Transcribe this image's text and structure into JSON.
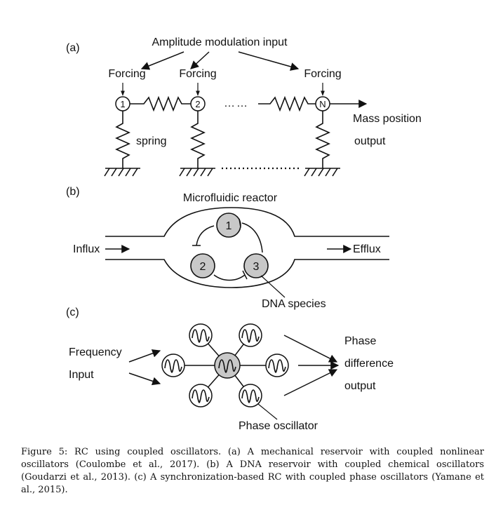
{
  "panel_a": {
    "label": "(a)",
    "amplitude_input": "Amplitude modulation input",
    "forcing_labels": [
      "Forcing",
      "Forcing",
      "Forcing"
    ],
    "mass_labels": [
      "1",
      "2",
      "N"
    ],
    "spring_label": "spring",
    "dots_upper": "……",
    "output_line1": "Mass position",
    "output_line2": "output"
  },
  "panel_b": {
    "label": "(b)",
    "reactor_label": "Microfluidic reactor",
    "species": [
      "1",
      "2",
      "3"
    ],
    "influx": "Influx",
    "efflux": "Efflux",
    "dna_label": "DNA species"
  },
  "panel_c": {
    "label": "(c)",
    "input_line1": "Frequency",
    "input_line2": "Input",
    "output_line1": "Phase",
    "output_line2": "difference",
    "output_line3": "output",
    "oscillator_label": "Phase oscillator"
  },
  "caption": "Figure 5: RC using coupled oscillators. (a) A mechanical reservoir with coupled nonlinear oscillators (Coulombe et al., 2017). (b) A DNA reservoir with coupled chemical oscillators (Goudarzi et al., 2013). (c) A synchronization-based RC with coupled phase oscillators (Yamane et al., 2015)."
}
